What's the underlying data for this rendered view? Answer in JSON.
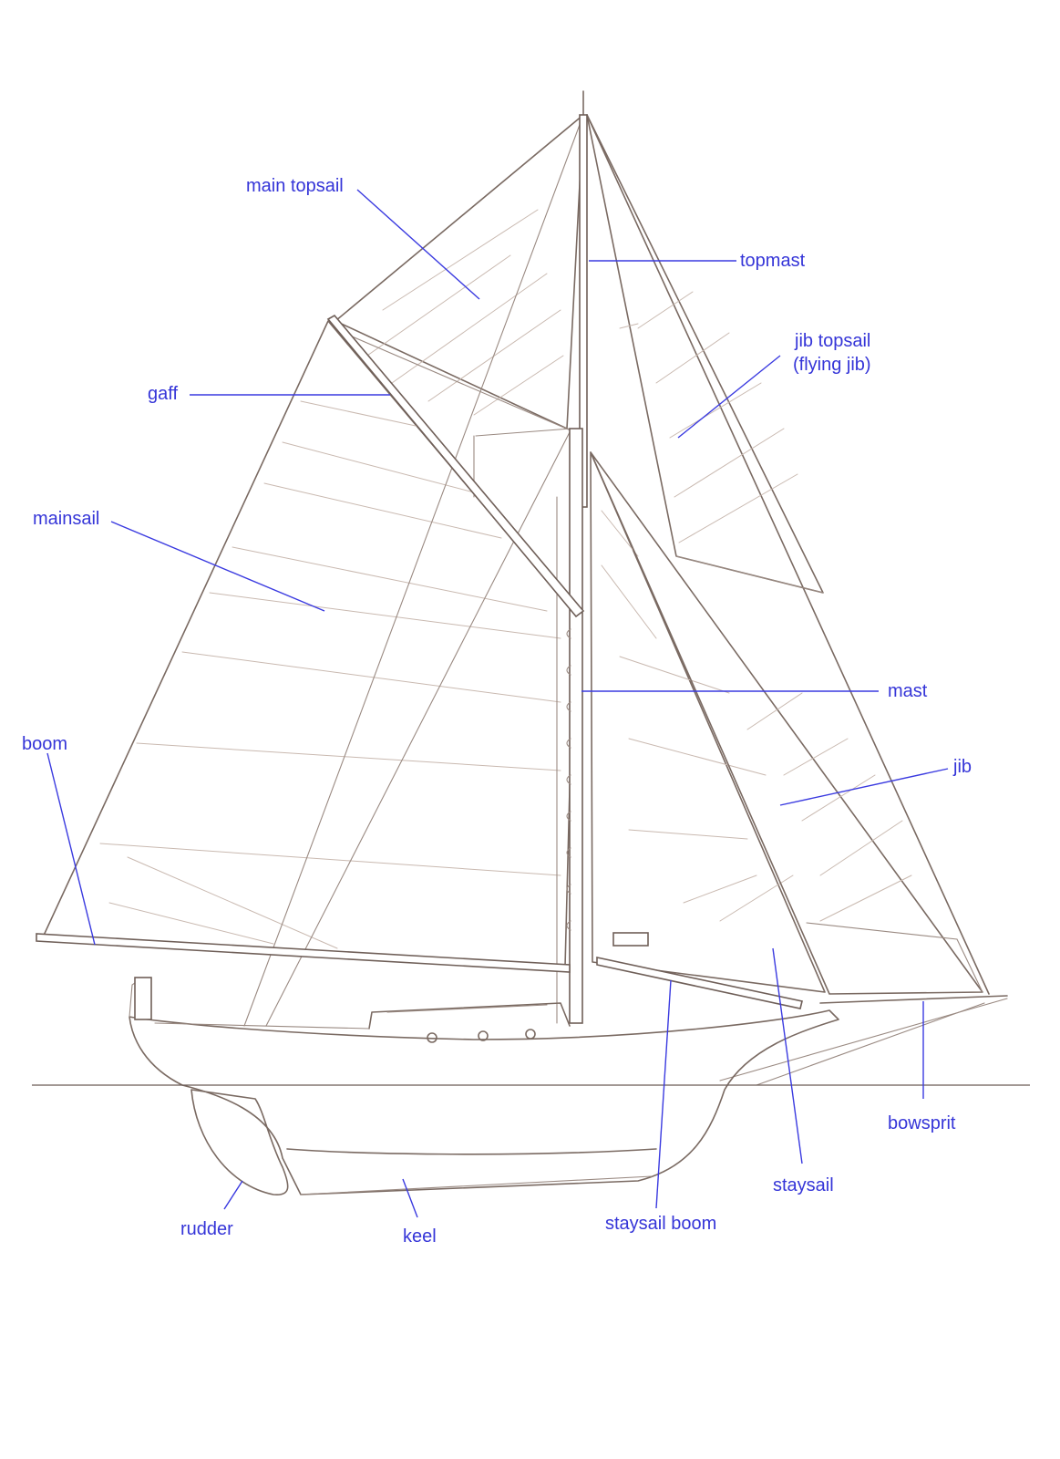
{
  "diagram": {
    "labels": {
      "main_topsail": "main topsail",
      "topmast": "topmast",
      "jib_topsail_line1": "jib topsail",
      "jib_topsail_line2": "(flying jib)",
      "gaff": "gaff",
      "mainsail": "mainsail",
      "mast": "mast",
      "boom": "boom",
      "jib": "jib",
      "bowsprit": "bowsprit",
      "staysail": "staysail",
      "rudder": "rudder",
      "keel": "keel",
      "staysail_boom": "staysail boom"
    },
    "colors": {
      "label": "#3535d8",
      "pencil": "#7a6a62",
      "paper": "#ffffff"
    }
  }
}
